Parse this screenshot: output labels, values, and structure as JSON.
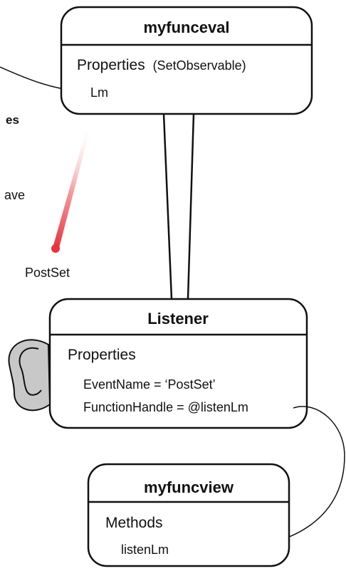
{
  "source": {
    "title": "myfunceval",
    "section": "Properties",
    "section_note": "(SetObservable)",
    "property": "Lm"
  },
  "left_cut": {
    "line1": "es",
    "line2": "ave"
  },
  "event_label": "PostSet",
  "listener": {
    "title": "Listener",
    "section": "Properties",
    "prop1": "EventName = ‘PostSet’",
    "prop2": "FunctionHandle = @listenLm"
  },
  "view": {
    "title": "myfuncview",
    "section": "Methods",
    "method": "listenLm"
  },
  "colors": {
    "stroke": "#111111",
    "event_red": "#e8323c",
    "ear_fill": "#c8c8c8"
  },
  "icons": [
    "ear-icon",
    "event-beam-icon"
  ]
}
